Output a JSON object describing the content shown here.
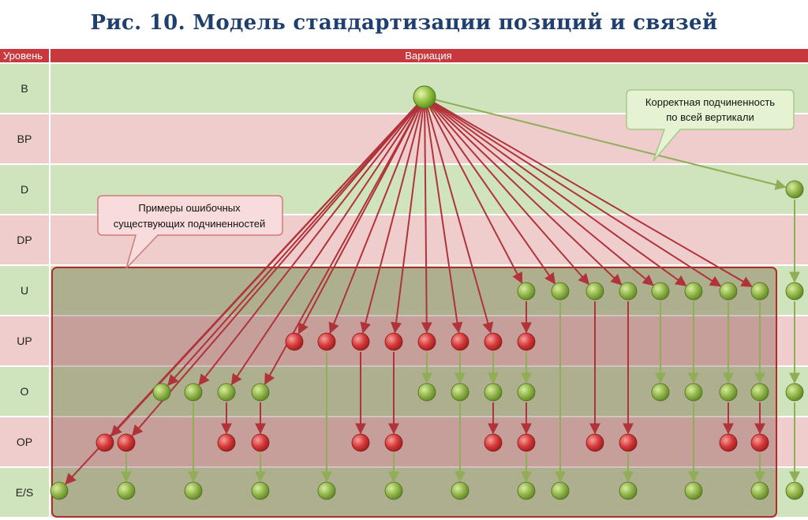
{
  "title": "Рис. 10. Модель стандартизации позиций и связей",
  "header": {
    "level": "Уровень",
    "variation": "Вариация"
  },
  "levels": [
    "B",
    "BP",
    "D",
    "DP",
    "U",
    "UP",
    "O",
    "OP",
    "E/S"
  ],
  "callouts": {
    "correct": [
      "Корректная подчиненность",
      "по всей вертикали"
    ],
    "errors": [
      "Примеры ошибочных",
      "существующих подчиненностей"
    ]
  },
  "colors": {
    "header_red": "#c8393e",
    "row_green": "#cfe3bd",
    "row_pink": "#f0cdcd",
    "node_green": "#8fb24a",
    "node_red": "#d63a3a",
    "arrow_red": "#b0333a",
    "arrow_green": "#8fae55",
    "title": "#1f3f6e"
  }
}
